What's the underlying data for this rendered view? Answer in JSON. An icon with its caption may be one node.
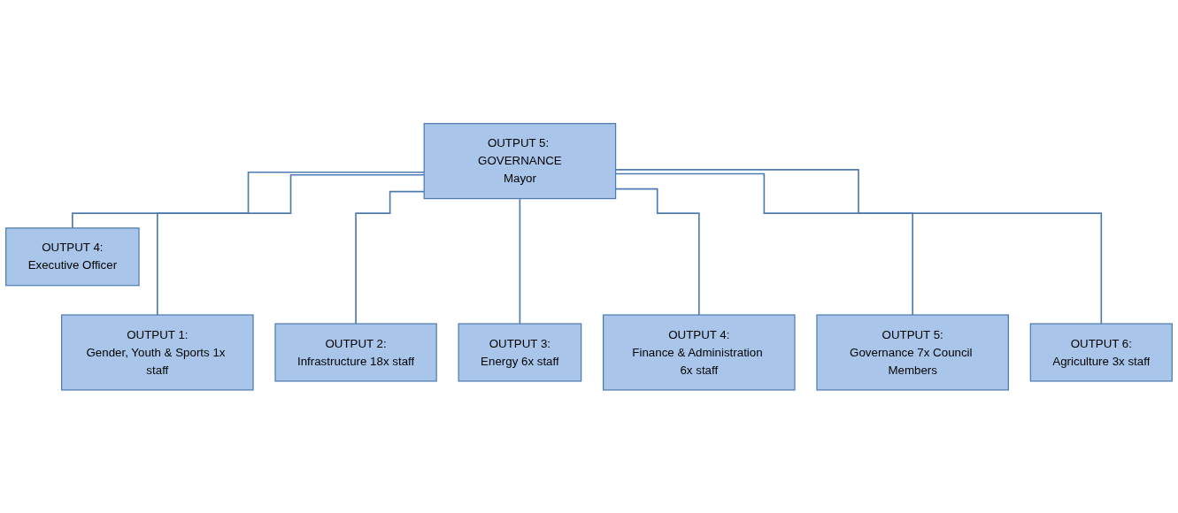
{
  "diagram": {
    "nodes": [
      {
        "text": [
          "OUTPUT 5: GOVERNANCE",
          "Mayor"
        ]
      },
      {
        "text": [
          "OUTPUT 4:",
          "Executive Officer"
        ]
      },
      {
        "text": [
          "OUTPUT 1:",
          "Gender, Youth & Sports 1x staff"
        ]
      },
      {
        "text": [
          "OUTPUT 2:",
          "Infrastructure 18x staff"
        ]
      },
      {
        "text": [
          "OUTPUT 3:",
          "Energy 6x staff"
        ]
      },
      {
        "text": [
          "OUTPUT 4:",
          "Finance & Administration 6x staff"
        ]
      },
      {
        "text": [
          "OUTPUT 5:",
          "Governance 7x Council Members"
        ]
      },
      {
        "text": [
          "OUTPUT 6:",
          "Agriculture 3x staff"
        ]
      }
    ],
    "edges": [
      {
        "from": 0,
        "to": 1,
        "arrow": "none"
      },
      {
        "from": 0,
        "to": 2,
        "arrow": "none"
      },
      {
        "from": 0,
        "to": 3,
        "arrow": "none"
      },
      {
        "from": 0,
        "to": 4,
        "arrow": "none"
      },
      {
        "from": 0,
        "to": 5,
        "arrow": "none"
      },
      {
        "from": 0,
        "to": 6,
        "arrow": "none"
      },
      {
        "from": 0,
        "to": 7,
        "arrow": "none"
      }
    ]
  }
}
